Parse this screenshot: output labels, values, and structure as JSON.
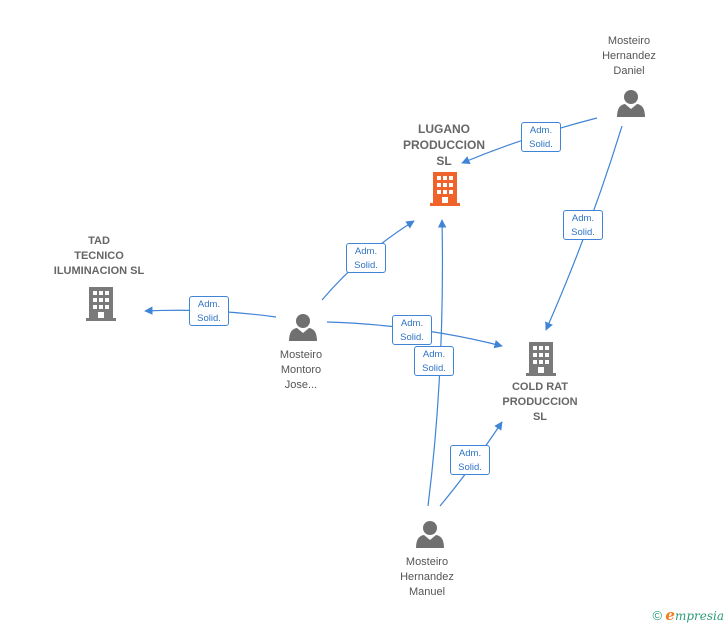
{
  "nodes": {
    "lugano": {
      "label_lines": [
        "LUGANO",
        "PRODUCCION",
        "SL"
      ]
    },
    "tad": {
      "label_lines": [
        "TAD",
        "TECNICO",
        "ILUMINACION SL"
      ]
    },
    "cold_rat": {
      "label_lines": [
        "COLD RAT",
        "PRODUCCION",
        "SL"
      ]
    },
    "daniel": {
      "label_lines": [
        "Mosteiro",
        "Hernandez",
        "Daniel"
      ]
    },
    "jose": {
      "label_lines": [
        "Mosteiro",
        "Montoro",
        "Jose..."
      ]
    },
    "manuel": {
      "label_lines": [
        "Mosteiro",
        "Hernandez",
        "Manuel"
      ]
    }
  },
  "edge_label": {
    "line1": "Adm.",
    "line2": "Solid."
  },
  "colors": {
    "edge": "#3f84d6",
    "company_icon": "#7a7a7a",
    "main_company_icon": "#f0642c",
    "person_icon": "#707070"
  },
  "footer": {
    "copyright": "©",
    "brand_first": "e",
    "brand_rest": "mpresia"
  }
}
